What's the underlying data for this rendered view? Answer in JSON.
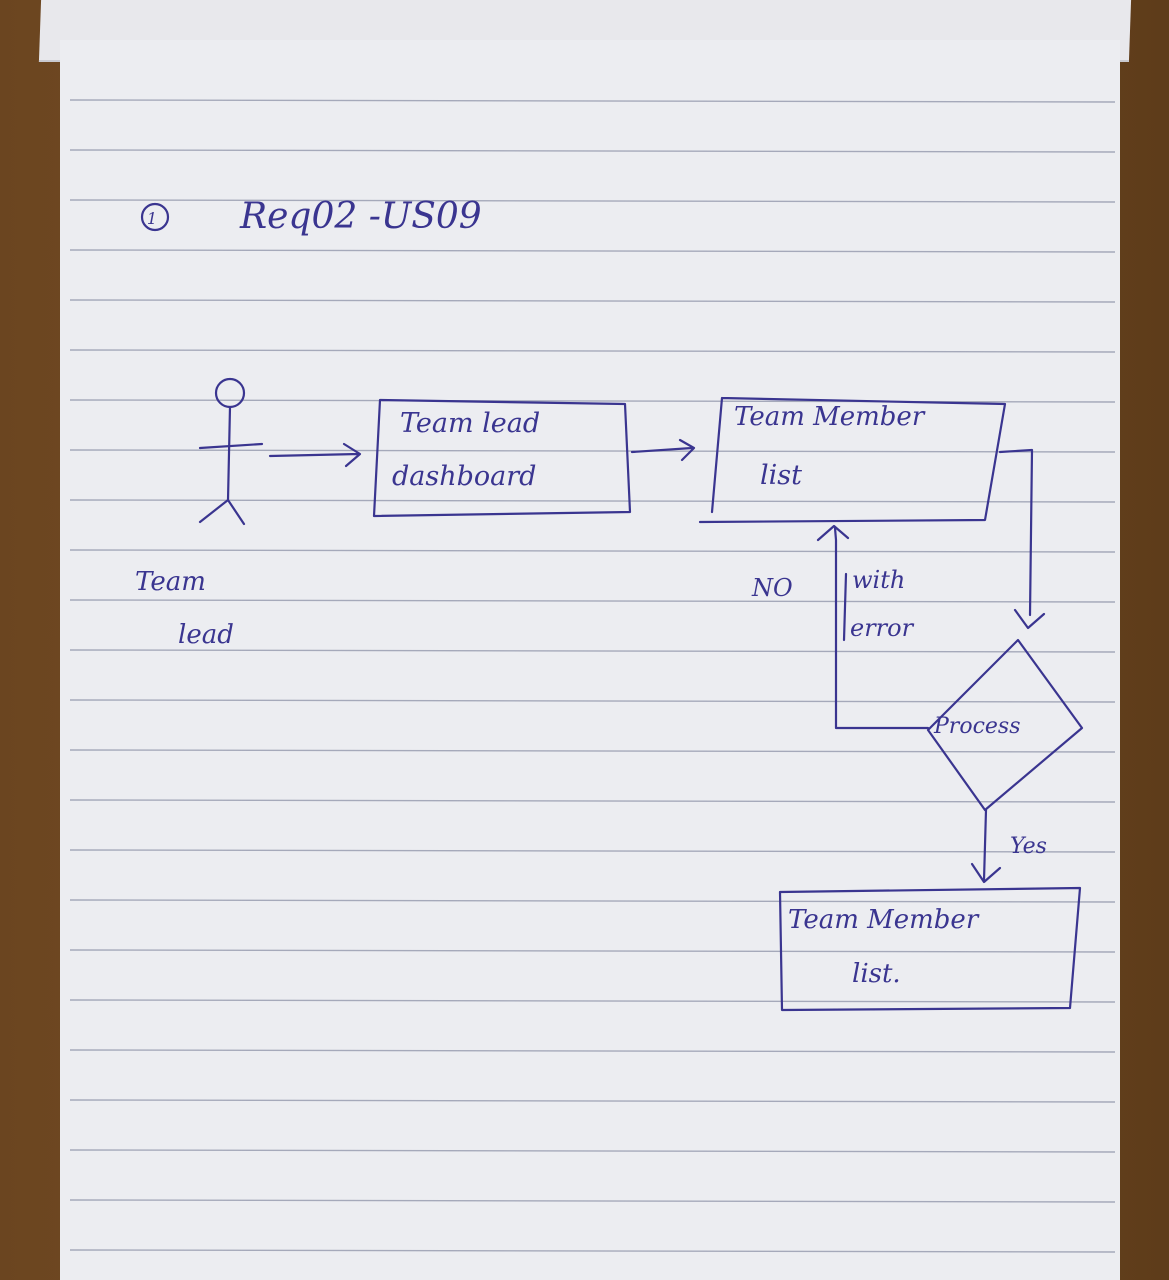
{
  "title": "Req02 -US09",
  "title_marker": "①",
  "actor": {
    "label_line1": "Team",
    "label_line2": "lead"
  },
  "nodes": {
    "dashboard": {
      "line1": "Team lead",
      "line2": "dashboard"
    },
    "member_list": {
      "line1": "Team Member",
      "line2": "list"
    },
    "decision": {
      "label": "Process"
    },
    "result_list": {
      "line1": "Team Member",
      "line2": "list."
    }
  },
  "edges": {
    "no_label": "NO",
    "with_error_line1": "with",
    "with_error_line2": "error",
    "yes_label": "Yes"
  },
  "colors": {
    "ink": "#3a3590",
    "paper": "#ecedf1",
    "rule": "#8e93a8"
  }
}
